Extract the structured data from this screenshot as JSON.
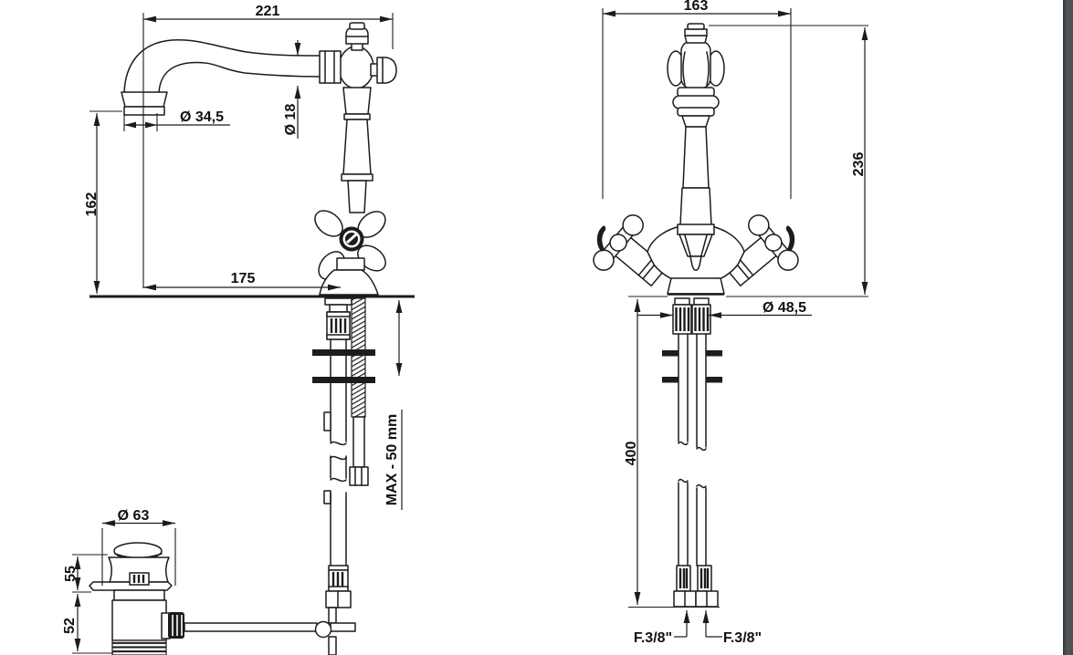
{
  "canvas": {
    "background": "#ffffff",
    "line_color": "#1c1c1c",
    "edge_bar_color": "#4a4e51"
  },
  "side_view": {
    "dims": {
      "spout_reach": "221",
      "spout_end_diameter": "Ø 34,5",
      "spout_pipe_diameter": "Ø 18",
      "spout_height": "162",
      "spout_projection": "175",
      "max_mounting_thickness": "MAX - 50 mm",
      "waste_cap_diameter": "Ø 63",
      "waste_upper_height": "55",
      "waste_lower_height": "52"
    }
  },
  "front_view": {
    "dims": {
      "overall_width": "163",
      "overall_height": "236",
      "base_diameter": "Ø 48,5",
      "hose_length": "400",
      "left_hose_connection": "F.3/8\"",
      "right_hose_connection": "F.3/8\""
    }
  }
}
